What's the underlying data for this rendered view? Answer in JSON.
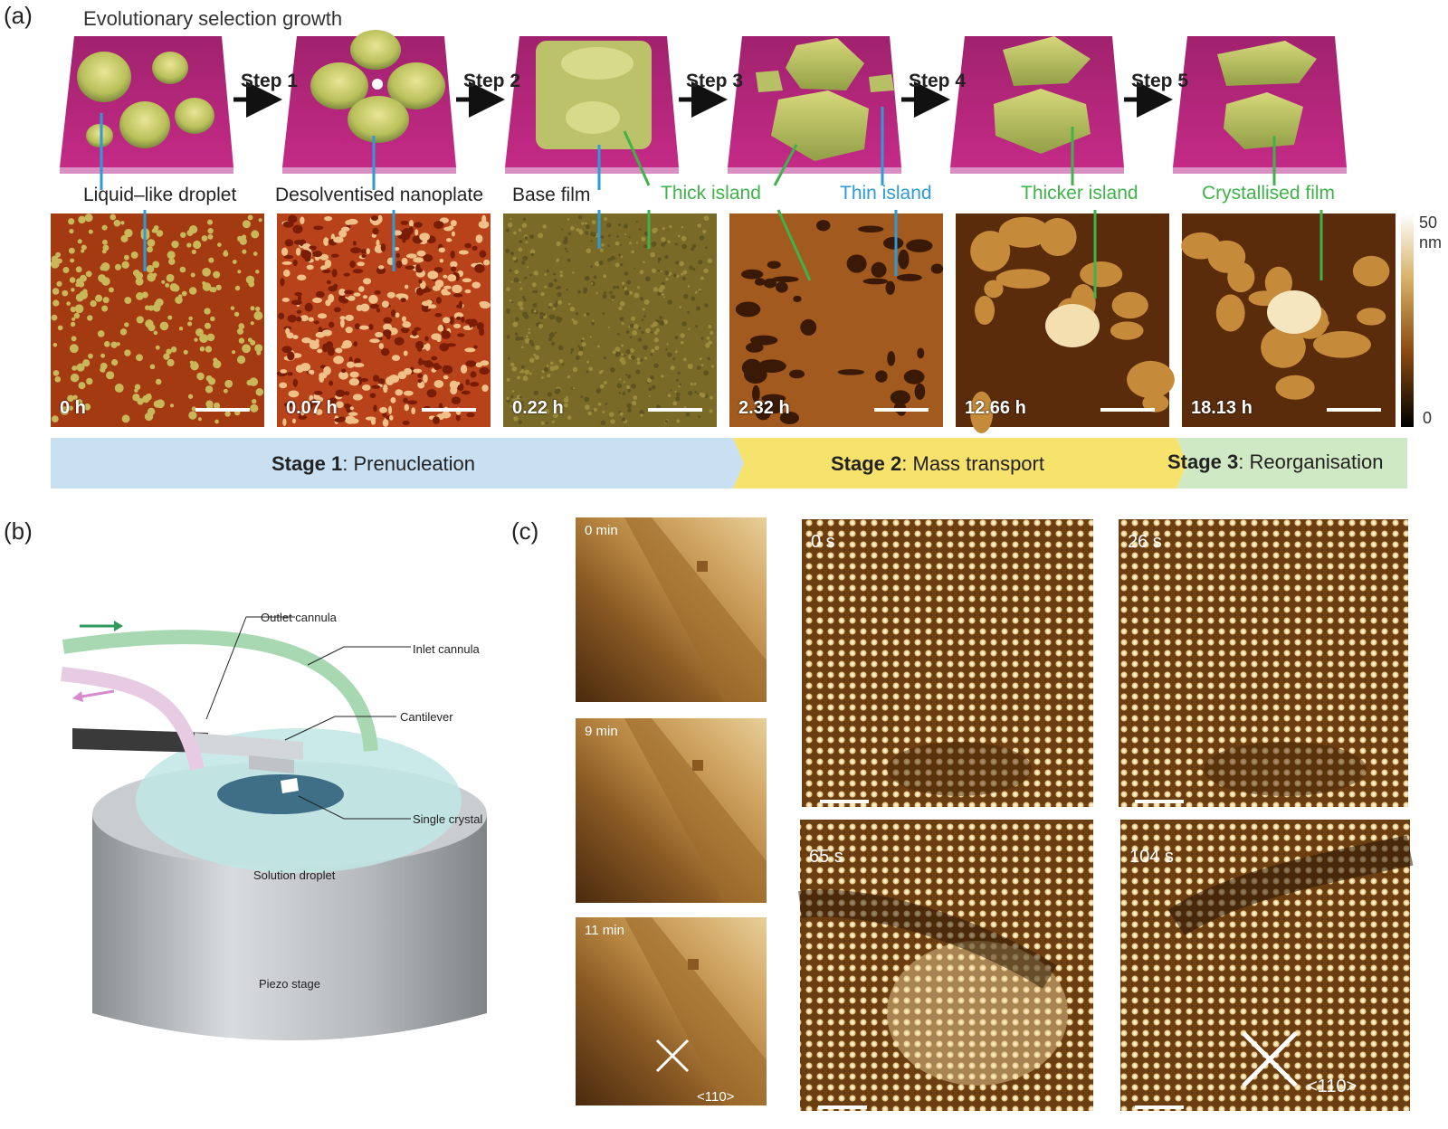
{
  "panel_a": {
    "label": "(a)",
    "title": "Evolutionary selection growth",
    "steps": [
      "Step 1",
      "Step 2",
      "Step 3",
      "Step 4",
      "Step 5"
    ],
    "labels": {
      "liquid_droplet": "Liquid–like droplet",
      "desolventised": "Desolventised nanoplate",
      "base_film": "Base film",
      "thick_island": "Thick island",
      "thin_island": "Thin island",
      "thicker_island": "Thicker island",
      "crystallised_film": "Crystallised film"
    },
    "times": [
      "0 h",
      "0.07 h",
      "0.22 h",
      "2.32 h",
      "12.66 h",
      "18.13 h"
    ],
    "colorbar": {
      "max": "50",
      "unit": "nm",
      "min": "0"
    },
    "stages": [
      {
        "bold": "Stage 1",
        "text": ": Prenucleation"
      },
      {
        "bold": "Stage 2",
        "text": ": Mass transport"
      },
      {
        "bold": "Stage 3",
        "text": ": Reorganisation"
      }
    ],
    "colors": {
      "blue": "#2f9ad8",
      "green": "#3fb24a",
      "magenta": "#b01e8c",
      "stage1": "#c8e0f2",
      "stage2": "#f7e26b",
      "stage3": "#cfe9c4"
    }
  },
  "panel_b": {
    "label": "(b)",
    "labels": {
      "outlet": "Outlet cannula",
      "inlet": "Inlet cannula",
      "cantilever": "Cantilever",
      "single_crystal": "Single crystal",
      "droplet": "Solution droplet",
      "piezo": "Piezo stage"
    }
  },
  "panel_c": {
    "label": "(c)",
    "small_times": [
      "0 min",
      "9 min",
      "11 min"
    ],
    "large_times": [
      "0 s",
      "26 s",
      "65 s",
      "104 s"
    ],
    "direction": "<110>"
  }
}
